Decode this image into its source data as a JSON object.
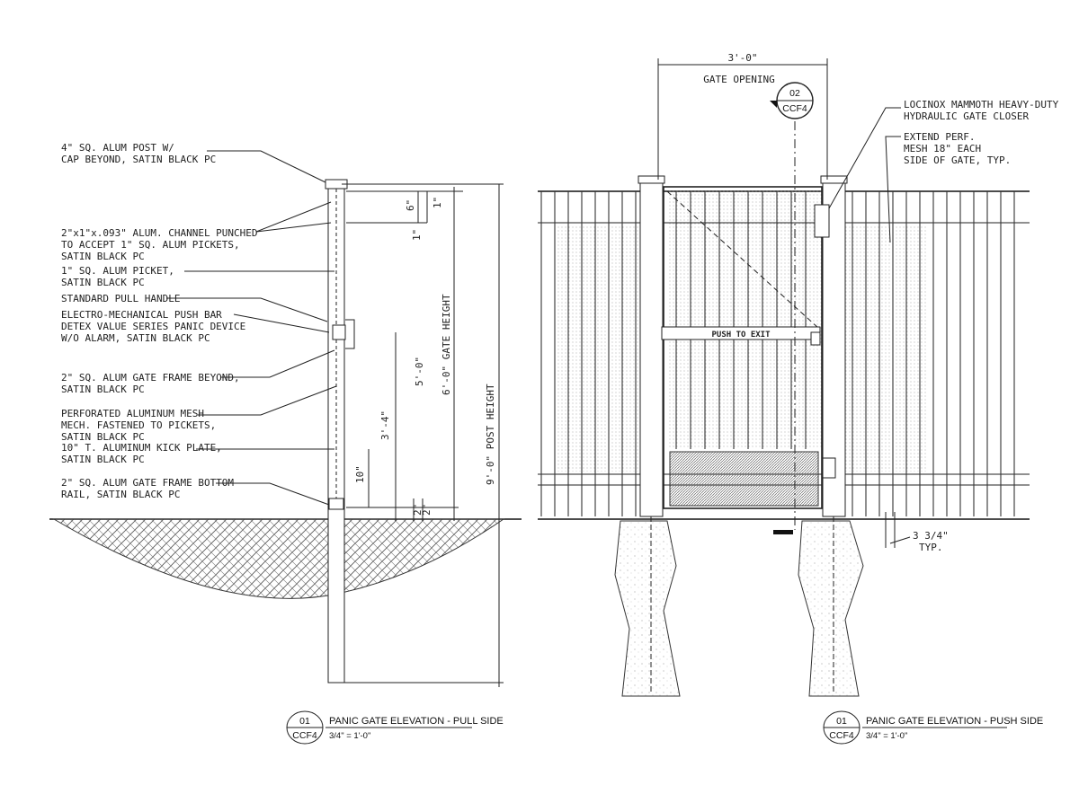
{
  "left": {
    "callouts": [
      {
        "l1": "4\" SQ. ALUM POST W/",
        "l2": "CAP BEYOND, SATIN BLACK PC"
      },
      {
        "l1": "2\"x1\"x.093\" ALUM. CHANNEL PUNCHED",
        "l2": "TO ACCEPT 1\" SQ. ALUM PICKETS,",
        "l3": "SATIN BLACK PC"
      },
      {
        "l1": "1\" SQ. ALUM PICKET,",
        "l2": "SATIN BLACK PC"
      },
      {
        "l1": "STANDARD PULL HANDLE"
      },
      {
        "l1": "ELECTRO-MECHANICAL PUSH BAR",
        "l2": "DETEX VALUE SERIES PANIC DEVICE",
        "l3": "W/O ALARM, SATIN BLACK PC"
      },
      {
        "l1": "2\" SQ. ALUM GATE FRAME BEYOND,",
        "l2": "SATIN BLACK PC"
      },
      {
        "l1": "PERFORATED ALUMINUM MESH",
        "l2": "MECH. FASTENED TO PICKETS,",
        "l3": "SATIN BLACK PC"
      },
      {
        "l1": "10\" T. ALUMINUM KICK PLATE,",
        "l2": "SATIN BLACK PC"
      },
      {
        "l1": "2\" SQ. ALUM GATE FRAME BOTTOM",
        "l2": "RAIL, SATIN BLACK PC"
      }
    ],
    "dims": {
      "d6": "6\"",
      "d1a": "1\"",
      "d1b": "1\"",
      "d5ft": "5'-0\"",
      "gate_height": "6'-0\" GATE HEIGHT",
      "post_height": "9'-0\" POST HEIGHT",
      "d3ft4": "3'-4\"",
      "d10": "10\"",
      "d2": "2\""
    }
  },
  "right": {
    "dim_width": "3'-0\"",
    "gate_opening": "GATE OPENING",
    "section": {
      "num": "02",
      "sheet": "CCF4"
    },
    "pushbar": "PUSH TO EXIT",
    "spacing": {
      "l1": "3 3/4\"",
      "l2": "TYP."
    },
    "callouts": [
      {
        "l1": "LOCINOX MAMMOTH HEAVY-DUTY",
        "l2": "HYDRAULIC GATE CLOSER"
      },
      {
        "l1": "EXTEND PERF.",
        "l2": "MESH 18\" EACH",
        "l3": "SIDE OF GATE, TYP."
      }
    ]
  },
  "titles": [
    {
      "num": "01",
      "sheet": "CCF4",
      "title": "PANIC GATE ELEVATION - PULL SIDE",
      "scale": "3/4\" = 1'-0\""
    },
    {
      "num": "01",
      "sheet": "CCF4",
      "title": "PANIC GATE ELEVATION - PUSH SIDE",
      "scale": "3/4\" = 1'-0\""
    }
  ]
}
